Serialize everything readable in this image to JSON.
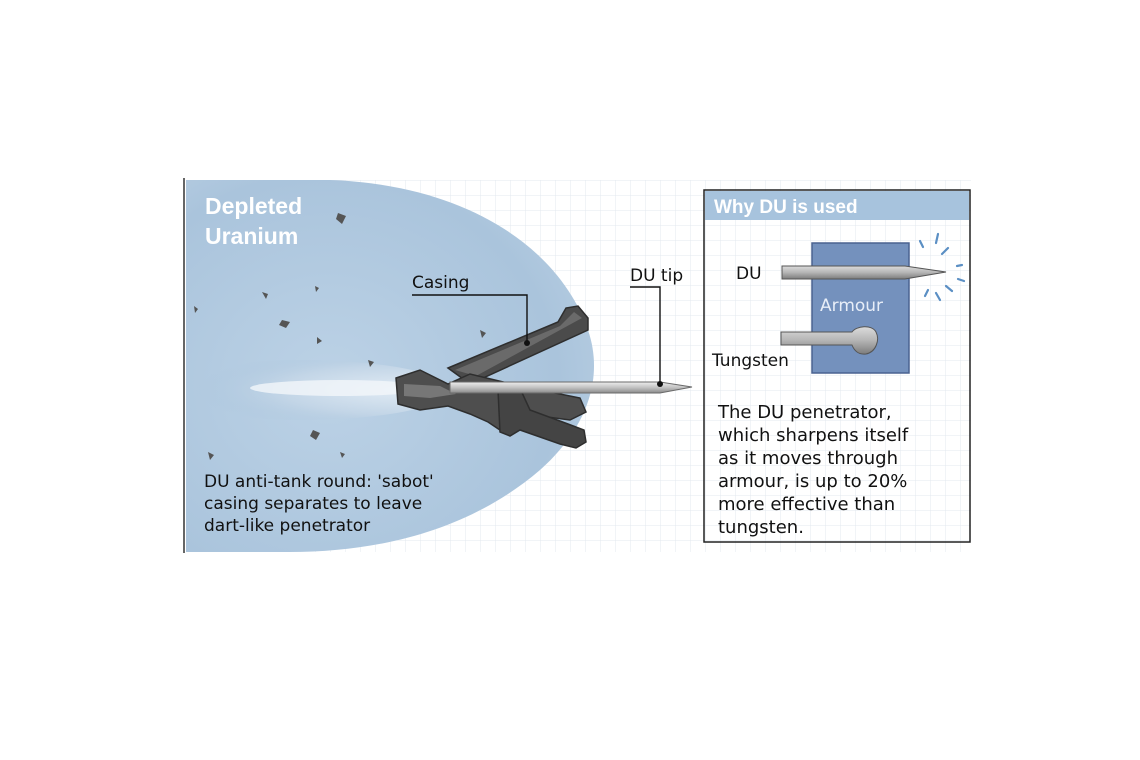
{
  "title_line1": "Depleted",
  "title_line2": "Uranium",
  "labels": {
    "casing": "Casing",
    "du_tip": "DU tip"
  },
  "caption": [
    "DU anti-tank round: 'sabot'",
    "casing separates to leave",
    "dart-like penetrator"
  ],
  "panel": {
    "title": "Why DU is used",
    "du_label": "DU",
    "armour_label": "Armour",
    "tungsten_label": "Tungsten",
    "text": [
      "The DU penetrator,",
      "which sharpens itself",
      "as it moves through",
      "armour, is up to 20%",
      "more effective than",
      "tungsten."
    ]
  },
  "colors": {
    "plume": "#a9c4dc",
    "panel_header": "#a7c3dd",
    "armour": "#7491bd",
    "casing": "#4b4b4b",
    "penetrator": "#c9c9c9"
  }
}
